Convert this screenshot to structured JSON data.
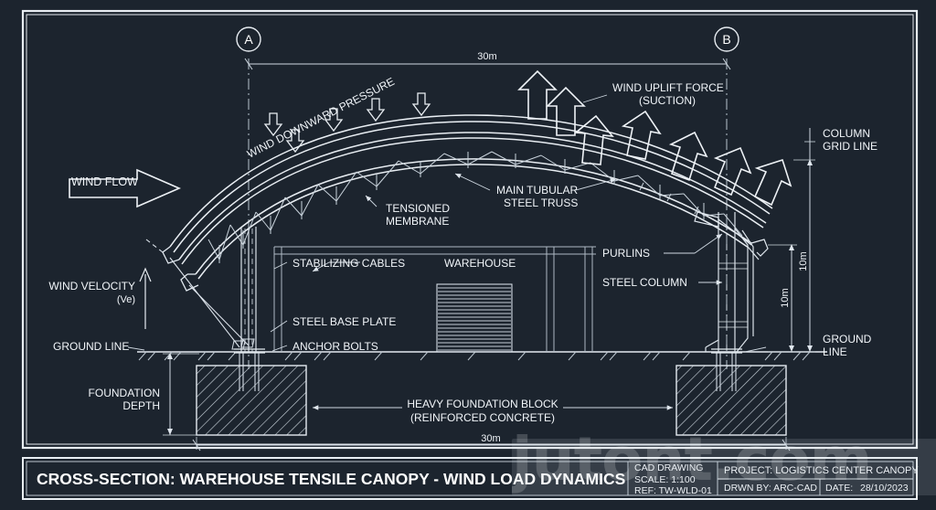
{
  "sheet": {
    "background_color": "#1c242e",
    "line_color": "#e8edf2",
    "accent_color": "#c9d3dc"
  },
  "grid_bubbles": [
    {
      "id": "A",
      "label": "A"
    },
    {
      "id": "B",
      "label": "B"
    }
  ],
  "dimensions": {
    "span_top": "30m",
    "span_bottom": "30m",
    "column_height_inner": "10m",
    "column_height_outer": "10m"
  },
  "annotations": {
    "wind_flow": "WIND FLOW",
    "wind_velocity": "WIND VELOCITY",
    "wind_velocity_sub": "(Ve)",
    "wind_downward_pressure": "WIND DOWNWARD PRESSURE",
    "wind_uplift_line1": "WIND UPLIFT FORCE",
    "wind_uplift_line2": "(SUCTION)",
    "tensioned_membrane_line1": "TENSIONED",
    "tensioned_membrane_line2": "MEMBRANE",
    "main_truss_line1": "MAIN TUBULAR",
    "main_truss_line2": "STEEL TRUSS",
    "stabilizing_cables": "STABILIZING CABLES",
    "warehouse": "WAREHOUSE",
    "purlins": "PURLINS",
    "steel_column": "STEEL COLUMN",
    "column_grid_line1": "COLUMN",
    "column_grid_line2": "GRID LINE",
    "steel_base_plate": "STEEL BASE PLATE",
    "anchor_bolts": "ANCHOR BOLTS",
    "ground_line_left": "GROUND LINE",
    "ground_line_right_l1": "GROUND",
    "ground_line_right_l2": "LINE",
    "foundation_depth_l1": "FOUNDATION",
    "foundation_depth_l2": "DEPTH",
    "foundation_block_l1": "HEAVY FOUNDATION BLOCK",
    "foundation_block_l2": "(REINFORCED CONCRETE)"
  },
  "title_block": {
    "main_title": "CROSS-SECTION: WAREHOUSE TENSILE CANOPY - WIND LOAD DYNAMICS",
    "cad_drawing": "CAD DRAWING",
    "scale": "SCALE: 1:100",
    "ref": "REF: TW-WLD-01",
    "project": "PROJECT:  LOGISTICS CENTER CANOPY",
    "drawn_by": "DRWN BY:  ARC-CAD",
    "date_label": "DATE:",
    "date_value": "28/10/2023"
  },
  "watermark": {
    "text": "jutont.com"
  }
}
